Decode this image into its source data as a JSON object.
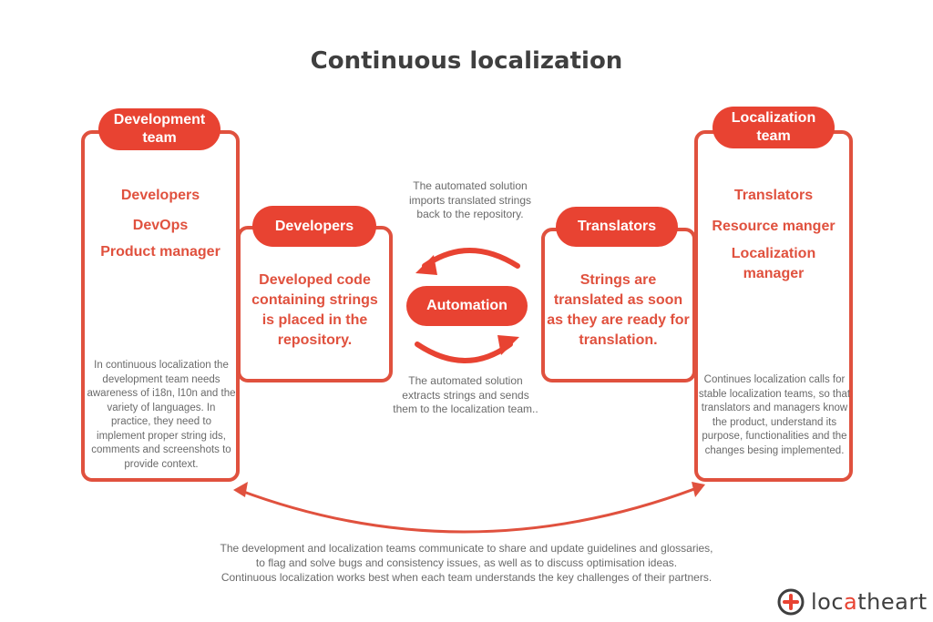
{
  "title": "Continuous localization",
  "dev_team": {
    "label": "Development\nteam",
    "roles": [
      "Developers",
      "DevOps",
      "Product manager"
    ],
    "description": "In continuous localization the development team needs awareness of i18n, l10n and the variety of languages. In practice, they need to implement proper string ids, comments and screenshots to provide context."
  },
  "developers_box": {
    "label": "Developers",
    "text": "Developed code containing strings is placed in the repository."
  },
  "automation": {
    "label": "Automation",
    "top_note": "The automated solution imports translated strings back to the repository.",
    "bottom_note": "The automated solution extracts strings and sends them to the localization team.."
  },
  "translators_box": {
    "label": "Translators",
    "text": "Strings are translated as soon as they are ready for translation."
  },
  "loc_team": {
    "label": "Localization\nteam",
    "roles": [
      "Translators",
      "Resource manger",
      "Localization manager"
    ],
    "description": "Continues localization calls for stable localization teams, so that translators and managers know the product, understand its purpose, functionalities and the changes besing implemented."
  },
  "footer": [
    "The development and localization teams communicate to share and update guidelines and glossaries,",
    "to flag and solve bugs and consistency issues, as well as to discuss optimisation ideas.",
    "Continuous localization works best when each team understands the key challenges of their partners."
  ],
  "logo": {
    "prefix": "loc",
    "accent": "a",
    "suffix": "theart"
  },
  "colors": {
    "accent": "#e84332",
    "border": "#e0513e",
    "text_gray": "#6a6a6a",
    "title": "#3f3f3f"
  }
}
